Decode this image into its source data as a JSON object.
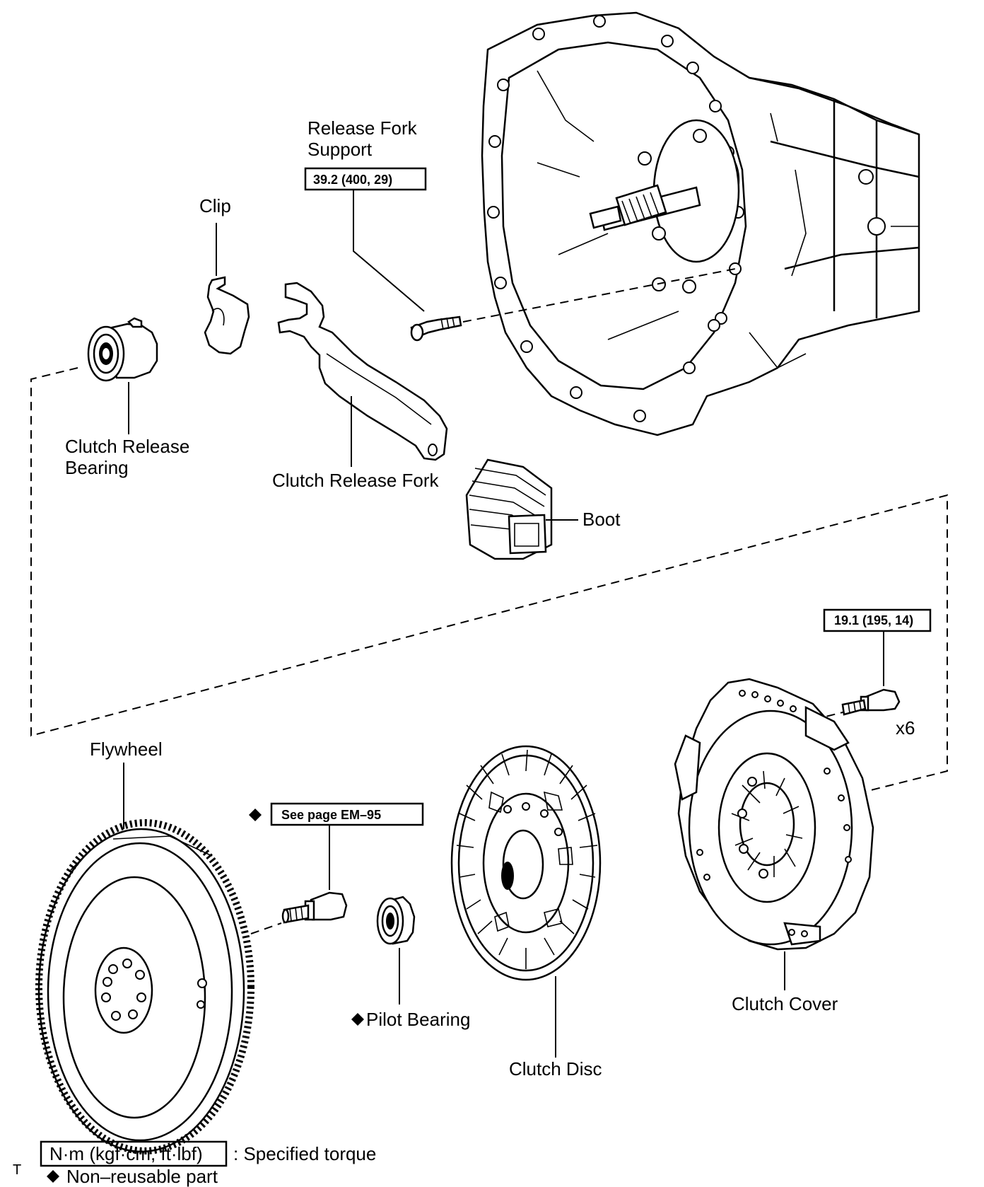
{
  "parts": {
    "release_fork_support": [
      "Release Fork",
      "Support"
    ],
    "clip": "Clip",
    "clutch_release_bearing": [
      "Clutch Release",
      "Bearing"
    ],
    "clutch_release_fork": "Clutch Release Fork",
    "boot": "Boot",
    "flywheel": "Flywheel",
    "pilot_bearing": "Pilot Bearing",
    "clutch_disc": "Clutch Disc",
    "clutch_cover": "Clutch Cover"
  },
  "torque": {
    "release_fork_support": "39.2 (400, 29)",
    "clutch_cover_bolt": "19.1 (195, 14)",
    "flywheel_bolt": "See page EM–95"
  },
  "quantity": {
    "clutch_cover_bolt": "x6"
  },
  "legend": {
    "torque_unit": "N·m (kgf·cm, ft·lbf)",
    "torque_desc": ": Specified torque",
    "nonreusable": "Non–reusable part",
    "corner_mark": "T"
  },
  "symbols": {
    "nonreusable_icon": "black-diamond"
  }
}
